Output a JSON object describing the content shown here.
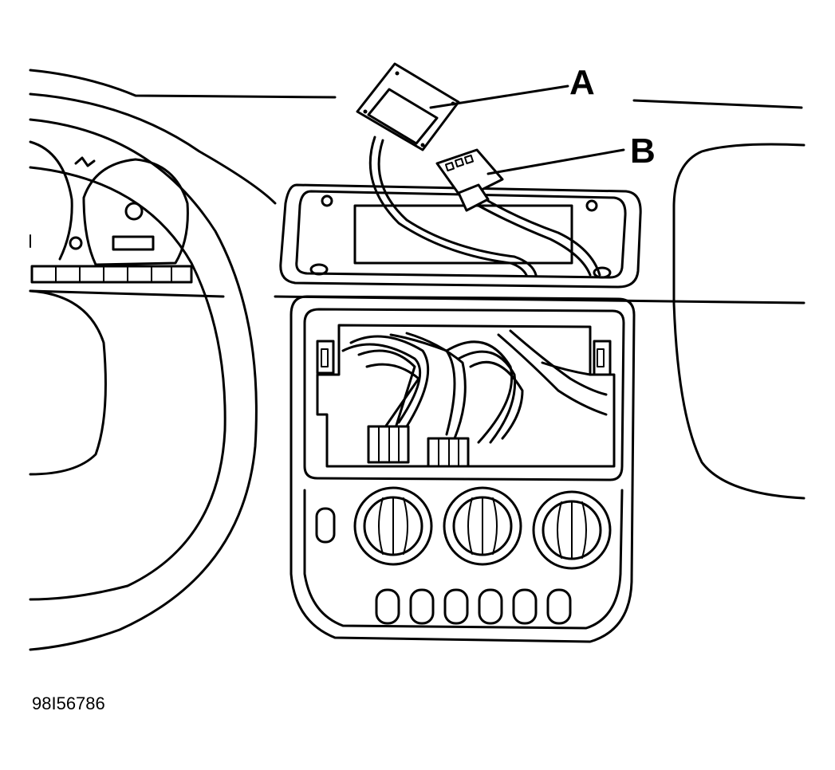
{
  "callouts": {
    "a": "A",
    "b": "B"
  },
  "figure_id": "98I56786"
}
